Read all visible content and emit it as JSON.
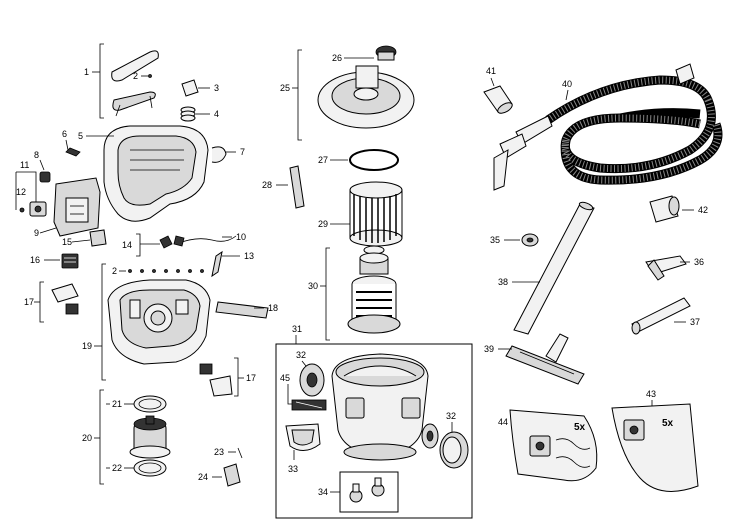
{
  "callouts": {
    "c1": "1",
    "c2": "2",
    "c3": "3",
    "c4": "4",
    "c5": "5",
    "c6": "6",
    "c7": "7",
    "c8": "8",
    "c9": "9",
    "c10": "10",
    "c11": "11",
    "c12": "12",
    "c13": "13",
    "c14": "14",
    "c15": "15",
    "c16": "16",
    "c17": "17",
    "c18": "18",
    "c19": "19",
    "c20": "20",
    "c21": "21",
    "c22": "22",
    "c23": "23",
    "c24": "24",
    "c25": "25",
    "c26": "26",
    "c27": "27",
    "c28": "28",
    "c29": "29",
    "c30": "30",
    "c31": "31",
    "c32": "32",
    "c33": "33",
    "c34": "34",
    "c35": "35",
    "c36": "36",
    "c37": "37",
    "c38": "38",
    "c39": "39",
    "c40": "40",
    "c41": "41",
    "c42": "42",
    "c43": "43",
    "c44": "44",
    "c45": "45"
  },
  "bag_quantity": "5x"
}
